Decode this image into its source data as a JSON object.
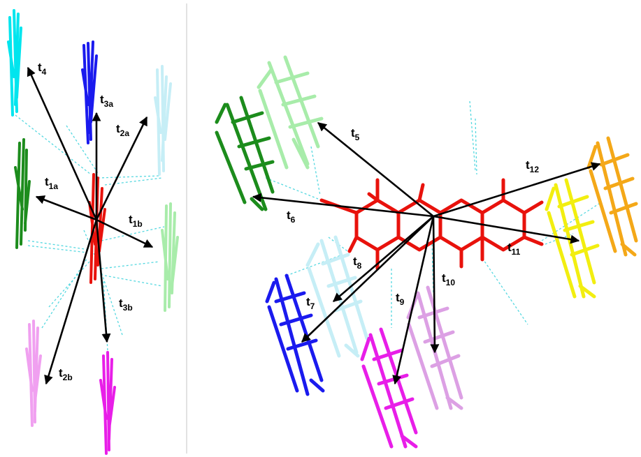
{
  "panel_left": {
    "labels": [
      {
        "id": "t4",
        "main": "t",
        "sub": "4"
      },
      {
        "id": "t3a",
        "main": "t",
        "sub": "3a"
      },
      {
        "id": "t2a",
        "main": "t",
        "sub": "2a"
      },
      {
        "id": "t1a",
        "main": "t",
        "sub": "1a"
      },
      {
        "id": "t1b",
        "main": "t",
        "sub": "1b"
      },
      {
        "id": "t3b",
        "main": "t",
        "sub": "3b"
      },
      {
        "id": "t2b",
        "main": "t",
        "sub": "2b"
      }
    ]
  },
  "panel_right": {
    "labels": [
      {
        "id": "t5",
        "main": "t",
        "sub": "5"
      },
      {
        "id": "t6",
        "main": "t",
        "sub": "6"
      },
      {
        "id": "t7",
        "main": "t",
        "sub": "7"
      },
      {
        "id": "t8",
        "main": "t",
        "sub": "8"
      },
      {
        "id": "t9",
        "main": "t",
        "sub": "9"
      },
      {
        "id": "t10",
        "main": "t",
        "sub": "10"
      },
      {
        "id": "t11",
        "main": "t",
        "sub": "11"
      },
      {
        "id": "t12",
        "main": "t",
        "sub": "12"
      }
    ]
  },
  "colors": {
    "central": "#e8120c",
    "cyan": "#00e5ee",
    "blue": "#1a1aee",
    "light_blue": "#c6eef6",
    "green": "#1c8c1c",
    "light_green": "#a8ecaa",
    "pink": "#f0a0f0",
    "magenta": "#e81ee8",
    "violet": "#dca0e4",
    "yellow": "#f2ee10",
    "orange": "#f4a818",
    "hbond": "#55d8e0",
    "arrow": "#000000",
    "divider": "#d8d8d8"
  }
}
